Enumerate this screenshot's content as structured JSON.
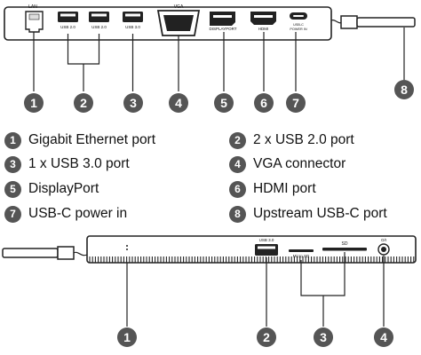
{
  "top_view": {
    "port_labels": {
      "ethernet": "LAN",
      "usb_a": "USB 2.0",
      "usb_b": "USB 2.0",
      "usb_c": "USB 3.0",
      "vga": "VGA",
      "displayport": "DISPLAYPORT",
      "hdmi": "HDMI",
      "usbc_power_line1": "USB-C",
      "usbc_power_line2": "POWER IN"
    },
    "callouts": [
      "1",
      "2",
      "3",
      "4",
      "5",
      "6",
      "7",
      "8"
    ]
  },
  "legend": [
    {
      "num": "1",
      "label": "Gigabit Ethernet port"
    },
    {
      "num": "2",
      "label": "2 x USB 2.0 port"
    },
    {
      "num": "3",
      "label": "1 x USB 3.0 port"
    },
    {
      "num": "4",
      "label": "VGA connector"
    },
    {
      "num": "5",
      "label": "DisplayPort"
    },
    {
      "num": "6",
      "label": "HDMI port"
    },
    {
      "num": "7",
      "label": "USB-C power in"
    },
    {
      "num": "8",
      "label": "Upstream USB-C port"
    }
  ],
  "side_view": {
    "port_labels": {
      "usb3": "USB 3.0",
      "microsd": "Micro SD",
      "sd": "SD",
      "audio": "O/I"
    },
    "callouts": [
      "1",
      "2",
      "3",
      "4"
    ]
  }
}
